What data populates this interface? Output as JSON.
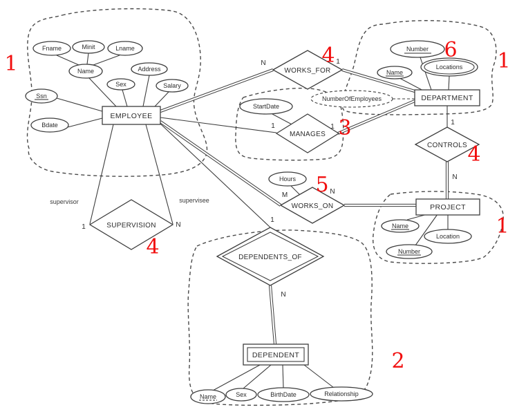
{
  "diagram": {
    "entities": {
      "employee": "EMPLOYEE",
      "department": "DEPARTMENT",
      "project": "PROJECT",
      "dependent": "DEPENDENT"
    },
    "relationships": {
      "works_for": "WORKS_FOR",
      "manages": "MANAGES",
      "controls": "CONTROLS",
      "works_on": "WORKS_ON",
      "supervision": "SUPERVISION",
      "dependents_of": "DEPENDENTS_OF"
    },
    "attributes": {
      "employee": {
        "fname": "Fname",
        "minit": "Minit",
        "lname": "Lname",
        "name": "Name",
        "address": "Address",
        "sex": "Sex",
        "salary": "Salary",
        "ssn": "Ssn",
        "bdate": "Bdate"
      },
      "department": {
        "number": "Number",
        "name": "Name",
        "locations": "Locations",
        "number_of_employees": "NumberOfEmployees"
      },
      "manages": {
        "start_date": "StartDate"
      },
      "works_on": {
        "hours": "Hours"
      },
      "project": {
        "name": "Name",
        "location": "Location",
        "number": "Number"
      },
      "dependent": {
        "name": "Name",
        "sex": "Sex",
        "birth_date": "BirthDate",
        "relationship": "Relationship"
      }
    },
    "cardinalities": {
      "works_for_employee": "N",
      "works_for_department": "1",
      "manages_employee": "1",
      "manages_department": "1",
      "controls_department": "1",
      "controls_project": "N",
      "works_on_employee": "M",
      "works_on_project": "N",
      "supervision_supervisor": "1",
      "supervision_supervisee": "N",
      "dependents_of_employee": "1",
      "dependents_of_dependent": "N"
    },
    "roles": {
      "supervisor": "supervisor",
      "supervisee": "supervisee"
    },
    "annotations": {
      "employee_cluster": "1",
      "works_for": "4",
      "department_key": "6",
      "department_cluster": "1",
      "manages": "3",
      "controls": "4",
      "works_on": "5",
      "project_cluster": "1",
      "supervision": "4",
      "dependent_cluster": "2"
    },
    "colors": {
      "annotation_red": "#f10e0e",
      "line": "#3d3d3d",
      "background": "#ffffff"
    }
  }
}
